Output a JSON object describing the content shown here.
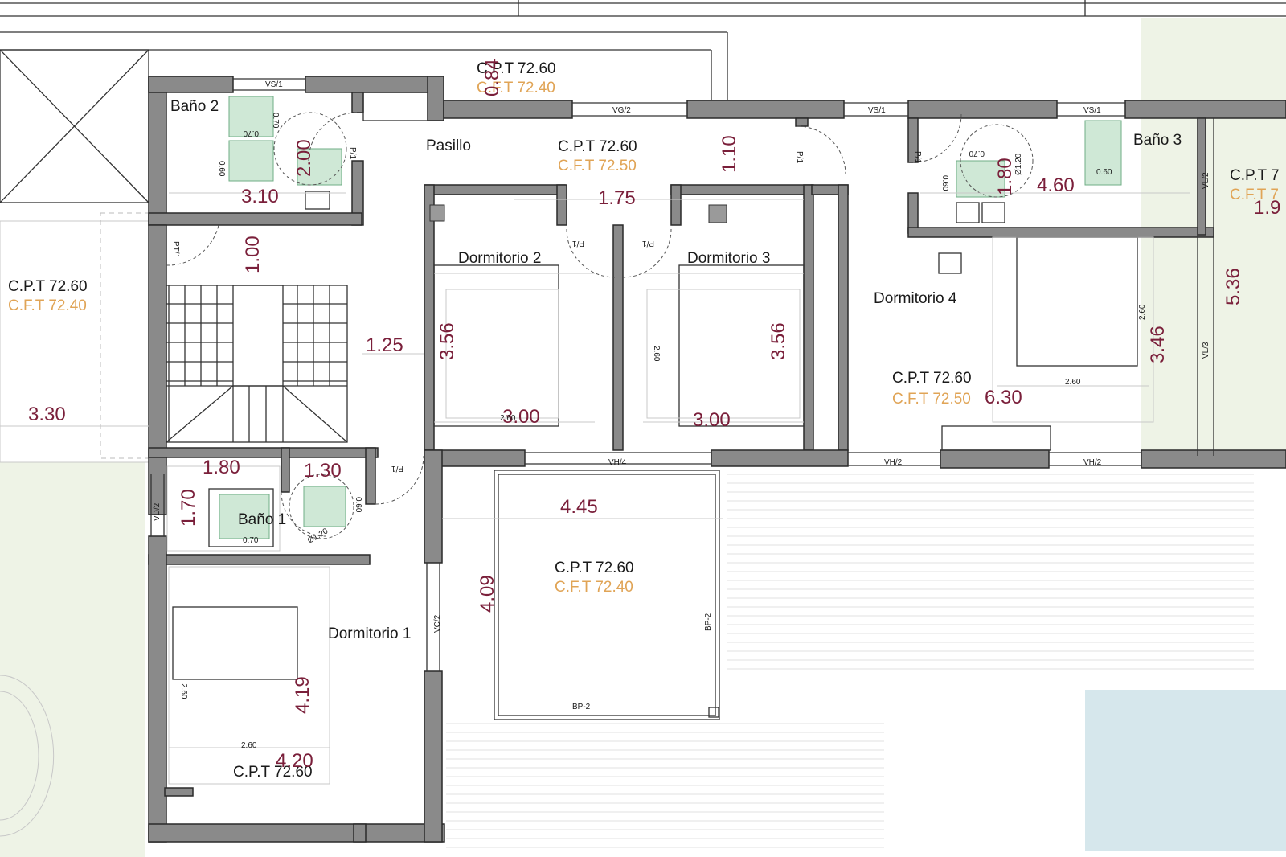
{
  "rooms": {
    "bano2": "Baño 2",
    "pasillo": "Pasillo",
    "bano3": "Baño 3",
    "dorm2": "Dormitorio 2",
    "dorm3": "Dormitorio 3",
    "dorm4": "Dormitorio 4",
    "bano1": "Baño 1",
    "dorm1": "Dormitorio 1"
  },
  "levels": {
    "top_cpt": "C.P.T 72.60",
    "top_cft": "C.F.T 72.40",
    "pasillo_cpt": "C.P.T 72.60",
    "pasillo_cft": "C.F.T 72.50",
    "right_cpt": "C.P.T 7",
    "right_cft": "C.F.T 7",
    "left_cpt": "C.P.T 72.60",
    "left_cft": "C.F.T 72.40",
    "dorm4_cpt": "C.P.T 72.60",
    "dorm4_cft": "C.F.T 72.50",
    "terrace_cpt": "C.P.T 72.60",
    "terrace_cft": "C.F.T 72.40",
    "dorm1_cpt": "C.P.T 72.60"
  },
  "dimensions": {
    "d084": "0.84",
    "d310": "3.10",
    "d200": "2.00",
    "d110": "1.10",
    "d175": "1.75",
    "d180a": "1.80",
    "d460": "4.60",
    "d193": "1.9",
    "d100": "1.00",
    "d536": "5.36",
    "d125": "1.25",
    "d356a": "3.56",
    "d356b": "3.56",
    "d346": "3.46",
    "d330": "3.30",
    "d300a": "3.00",
    "d300b": "3.00",
    "d630": "6.30",
    "d180b": "1.80",
    "d130": "1.30",
    "d170": "1.70",
    "d445": "4.45",
    "d409": "4.09",
    "d419": "4.19",
    "d420": "4.20"
  },
  "tags": {
    "vs1a": "VS/1",
    "vg2": "VG/2",
    "vs1b": "VS/1",
    "vs1c": "VS/1",
    "vh4": "VH/4",
    "vh2a": "VH/2",
    "vh2b": "VH/2",
    "vd2": "VD/2",
    "vc2": "VC/2",
    "vl2": "VL/2",
    "vl3": "VL/3",
    "bp2a": "BP-2",
    "bp2b": "BP-2",
    "p1a": "P/1",
    "p1b": "P/1",
    "p1c": "P/1",
    "pt1": "PT/1",
    "p1d": "P/1",
    "p1e": "P/1",
    "p1f": "P/1",
    "s260a": "2.60",
    "s260b": "2.60",
    "s260c": "2.60",
    "s260d": "2.60",
    "s260e": "2.60",
    "s260f": "2.60",
    "s070a": "0.70",
    "s070b": "0.70",
    "s070c": "0.70",
    "s070d": "0.70",
    "s060a": "0.60",
    "s060b": "0.60",
    "s060c": "0.60",
    "s060d": "0.60",
    "s120a": "Ø1.20",
    "s120b": "Ø1.20"
  },
  "colors": {
    "wall_fill": "#8a8a8a",
    "elevation_orange": "#e0a456",
    "dimension_maroon": "#7a1f3a",
    "garden_green": "#eef3e6",
    "pool_blue": "#d6e7ec",
    "fixture_green": "#cfe8d6"
  }
}
